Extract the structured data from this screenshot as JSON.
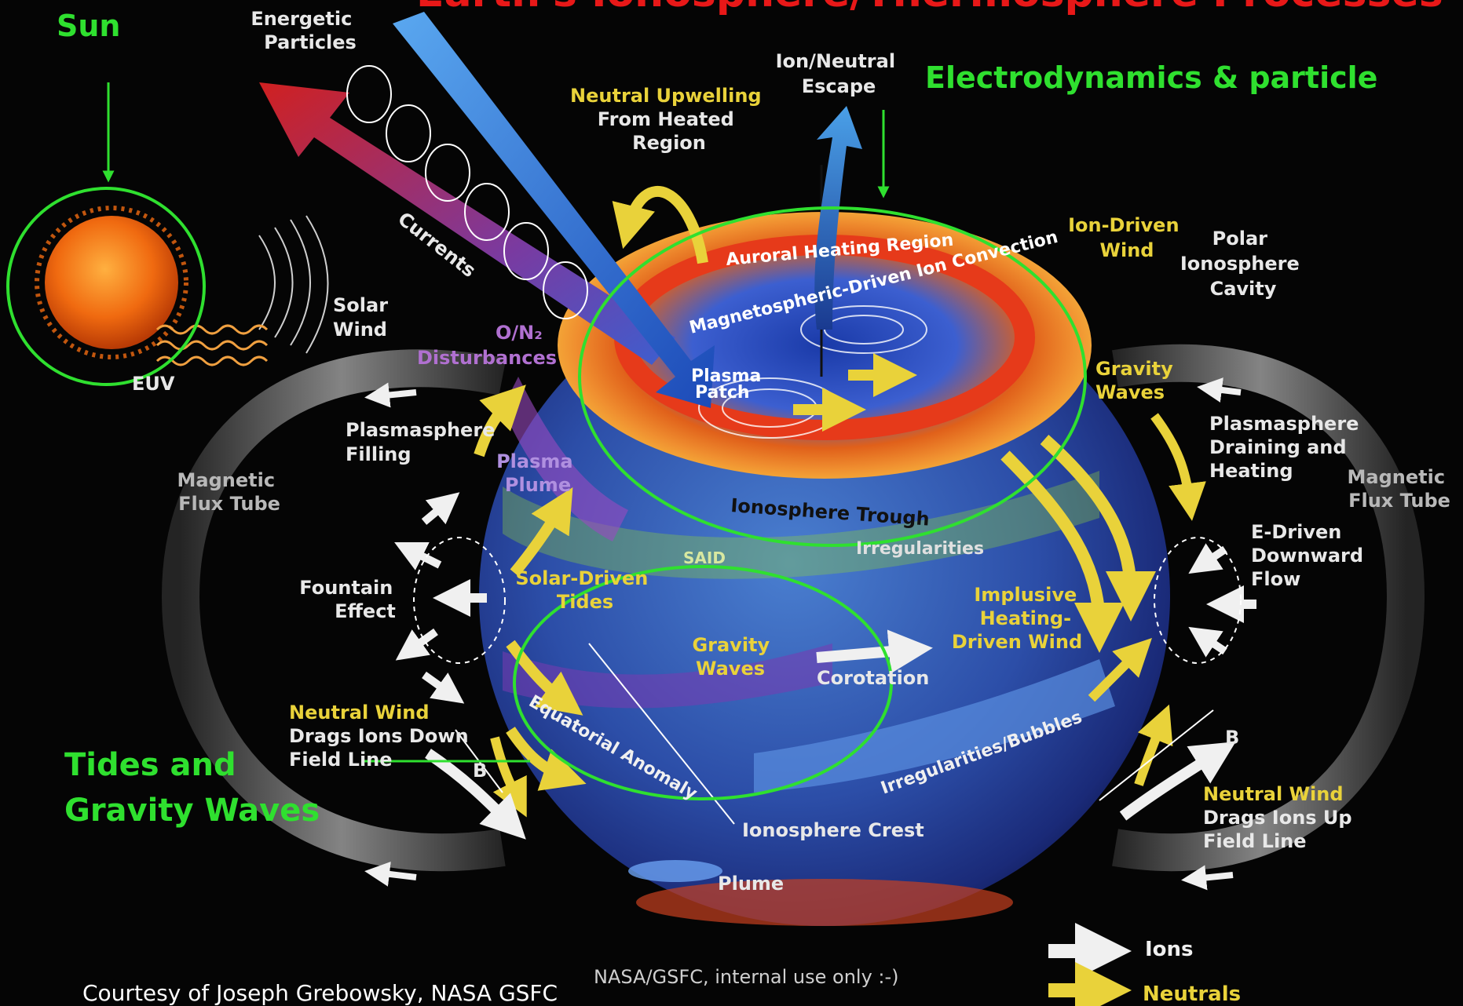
{
  "title": "Earth's Ionosphere/Thermosphere Processes",
  "annotations": {
    "sun": "Sun",
    "electrodynamics": "Electrodynamics & particle",
    "tides_line1": "Tides and",
    "tides_line2": "Gravity Waves"
  },
  "labels": {
    "energetic_particles": [
      "Energetic",
      "Particles"
    ],
    "ion_neutral_escape": [
      "Ion/Neutral",
      "Escape"
    ],
    "neutral_upwelling": [
      "Neutral Upwelling",
      "From Heated",
      "Region"
    ],
    "currents": "Currents",
    "solar_wind": [
      "Solar",
      "Wind"
    ],
    "euv": "EUV",
    "on2_disturbances": [
      "O/N₂",
      "Disturbances"
    ],
    "auroral_heating": "Auroral Heating Region",
    "magnetospheric_convection": "Magnetospheric-Driven Ion Convection",
    "plasma_patch": [
      "Plasma",
      "Patch"
    ],
    "ion_driven_wind": [
      "Ion-Driven",
      "Wind"
    ],
    "polar_cavity": [
      "Polar",
      "Ionosphere",
      "Cavity"
    ],
    "gravity_waves_top": [
      "Gravity",
      "Waves"
    ],
    "plasmasphere_filling": [
      "Plasmasphere",
      "Filling"
    ],
    "magnetic_flux_tube_left": [
      "Magnetic",
      "Flux Tube"
    ],
    "magnetic_flux_tube_right": [
      "Magnetic",
      "Flux Tube"
    ],
    "plasma_plume": [
      "Plasma",
      "Plume"
    ],
    "ionosphere_trough": "Ionosphere Trough",
    "said": "SAID",
    "irregularities": "Irregularities",
    "plasmasphere_draining": [
      "Plasmasphere",
      "Draining and",
      "Heating"
    ],
    "e_driven_flow": [
      "E-Driven",
      "Downward",
      "Flow"
    ],
    "fountain_effect": [
      "Fountain",
      "Effect"
    ],
    "solar_driven_tides": [
      "Solar-Driven",
      "Tides"
    ],
    "implusive_heating": [
      "Implusive",
      "Heating-",
      "Driven Wind"
    ],
    "gravity_waves_mid": [
      "Gravity",
      "Waves"
    ],
    "corotation": "Corotation",
    "neutral_wind_down": [
      "Neutral Wind",
      "Drags Ions Down",
      "Field Line"
    ],
    "equatorial_anomaly": "Equatorial Anomaly",
    "irregularities_bubbles": "Irregularities/Bubbles",
    "ionosphere_crest": "Ionosphere Crest",
    "neutral_wind_up": [
      "Neutral Wind",
      "Drags Ions Up",
      "Field Line"
    ],
    "b_left": "B",
    "b_right": "B",
    "plume": "Plume"
  },
  "legend": {
    "ions": "Ions",
    "neutrals": "Neutrals"
  },
  "footer": {
    "credit": "Courtesy of Joseph Grebowsky, NASA GSFC",
    "note": "NASA/GSFC, internal use only :-)"
  },
  "colors": {
    "background": "#050505",
    "annotation_green": "#2fe02f",
    "title_red": "#e81818",
    "neutral_yellow": "#e9d23a",
    "ion_white": "#f0f0f0"
  }
}
